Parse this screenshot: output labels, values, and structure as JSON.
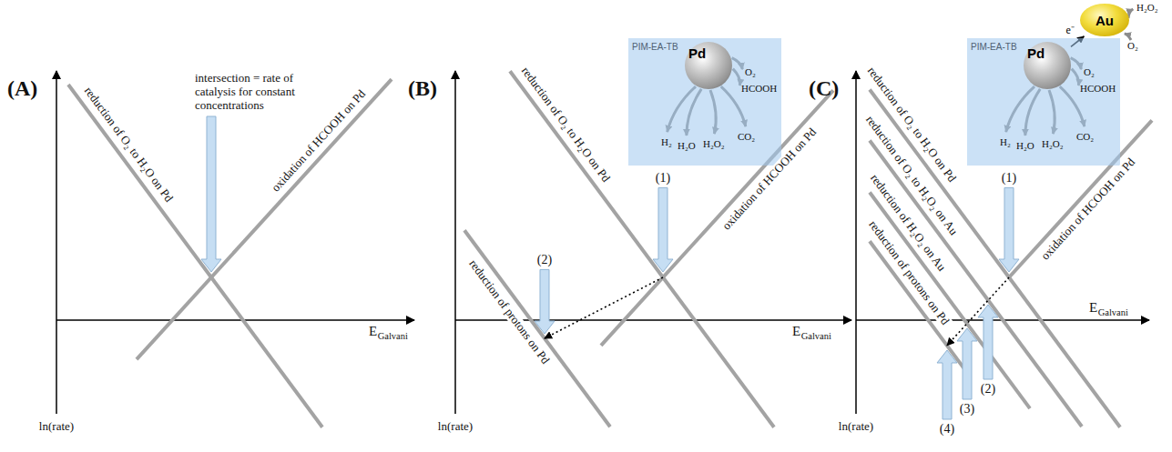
{
  "diagram": {
    "nodes": [
      {
        "text": [
          "PIM-EA-TB"
        ]
      },
      {
        "text": [
          "Pd"
        ],
        "in": 0
      },
      {
        "text": [
          "PIM-EA-TB"
        ]
      },
      {
        "text": [
          "Pd"
        ],
        "in": 2
      },
      {
        "text": [
          "Au"
        ]
      }
    ],
    "edges": [
      {
        "from": 3,
        "to": 4,
        "arrow": "to",
        "label": "e⁻"
      }
    ],
    "labels": [
      "(A)",
      "intersection = rate of catalysis for constant concentrations",
      "reduction of O₂ to H₂O on Pd",
      "oxidation of HCOOH on Pd",
      "ln(rate)",
      "E",
      "Galvani",
      "(B)",
      "O₂",
      "HCOOH",
      "H₂",
      "H₂O",
      "H₂O₂",
      "CO₂",
      "(1)",
      "reduction of O₂ to H₂O on Pd",
      "oxidation of HCOOH on Pd",
      "reduction of protons on Pd",
      "(2)",
      "ln(rate)",
      "E",
      "Galvani",
      "(C)",
      "H₂O₂",
      "O₂",
      "O₂",
      "HCOOH",
      "H₂",
      "H₂O",
      "H₂O₂",
      "CO₂",
      "(1)",
      "reduction of O₂ to H₂O on Pd",
      "reduction of O₂ to H₂O₂ on Au",
      "reduction of H₂O₂ on Au",
      "reduction of protons on Pd",
      "oxidation of HCOOH on Pd",
      "(2)",
      "(3)",
      "(4)",
      "ln(rate)",
      "E",
      "Galvani"
    ]
  }
}
